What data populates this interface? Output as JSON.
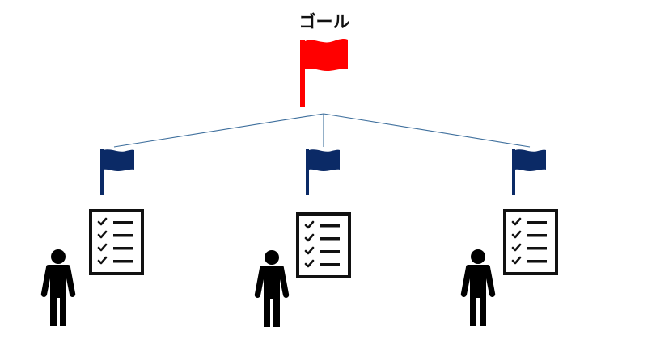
{
  "goal": {
    "label": "ゴール",
    "flag_color": "#ff0000"
  },
  "subgoals": [
    {
      "flag_color": "#0b2a66",
      "checklist_items": 4
    },
    {
      "flag_color": "#0b2a66",
      "checklist_items": 4
    },
    {
      "flag_color": "#0b2a66",
      "checklist_items": 4
    }
  ],
  "connector_color": "#3d6e9c",
  "icons": {
    "goal": "goal-flag-icon",
    "subgoal": "flag-icon",
    "task": "checklist-icon",
    "member": "person-icon"
  }
}
